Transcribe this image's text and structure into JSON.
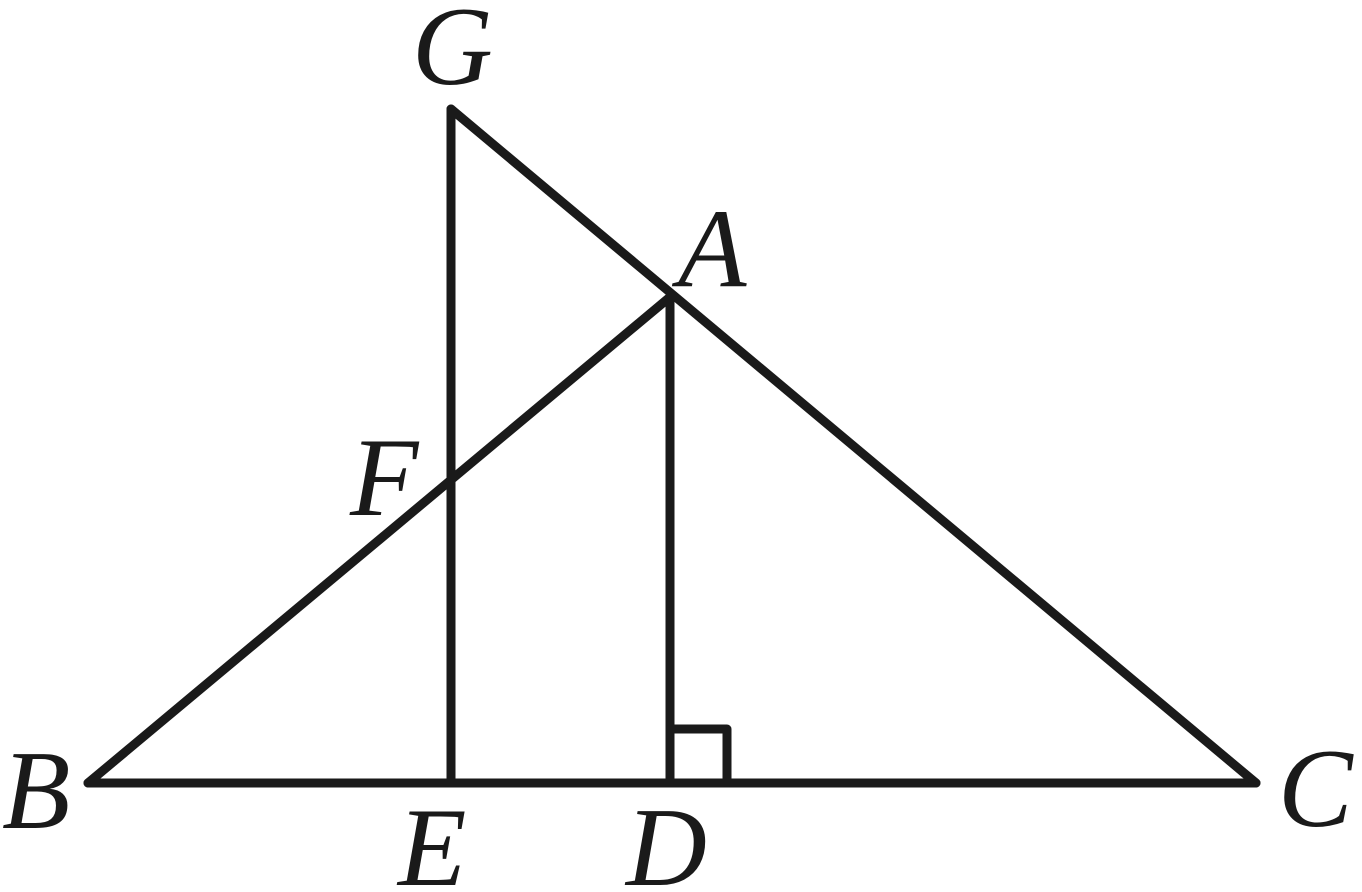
{
  "diagram": {
    "stroke_color": "#1a1a1a",
    "labels": {
      "G": "G",
      "A": "A",
      "F": "F",
      "B": "B",
      "E": "E",
      "D": "D",
      "C": "C"
    }
  }
}
